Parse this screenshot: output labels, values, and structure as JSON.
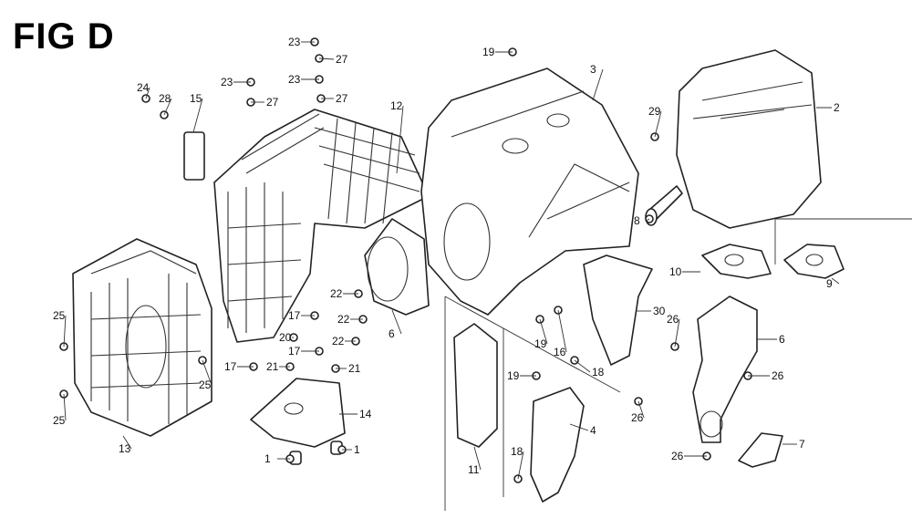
{
  "figure": {
    "title": "FIG D",
    "callouts": [
      "23",
      "27",
      "23",
      "27",
      "23",
      "27",
      "24",
      "28",
      "15",
      "12",
      "19",
      "3",
      "2",
      "29",
      "8",
      "10",
      "9",
      "30",
      "26",
      "6",
      "26",
      "26",
      "26",
      "7",
      "25",
      "25",
      "25",
      "13",
      "22",
      "22",
      "22",
      "6",
      "17",
      "20",
      "17",
      "17",
      "21",
      "21",
      "14",
      "1",
      "1",
      "19",
      "16",
      "18",
      "19",
      "4",
      "11",
      "18"
    ]
  }
}
